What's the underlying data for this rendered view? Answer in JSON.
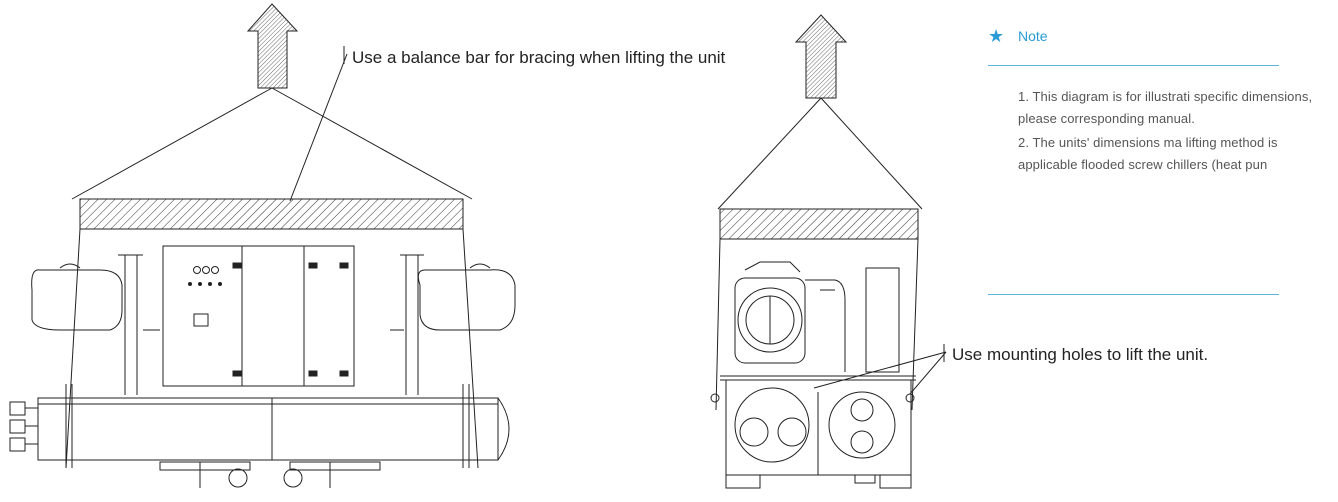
{
  "callouts": {
    "balance_bar": "Use a balance bar for bracing when lifting the unit",
    "mounting_holes": "Use mounting holes to lift the unit."
  },
  "note": {
    "title": "Note",
    "icon": "star-icon",
    "items": [
      "1. This diagram is for illustrati specific dimensions, please corresponding manual.",
      "2. The units' dimensions ma lifting method is applicable flooded screw chillers (heat pun"
    ]
  },
  "colors": {
    "accent": "#2a9bd6",
    "rule": "#5fb4e0",
    "line": "#222222",
    "note_text": "#555555"
  }
}
